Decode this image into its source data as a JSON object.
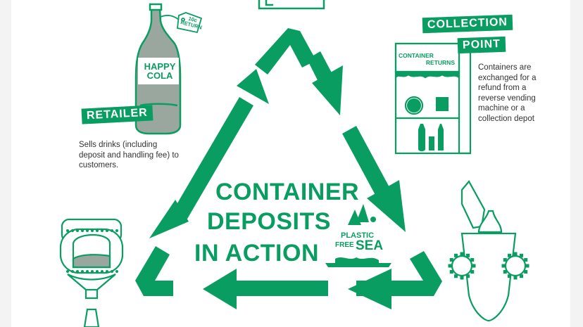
{
  "diagram": {
    "title_lines": [
      "CONTAINER",
      "DEPOSITS",
      "IN ACTION"
    ],
    "retailer": {
      "label": "RETAILER",
      "description": "Sells drinks (including deposit and handling fee) to customers.",
      "bottle_brand_line1": "HAPPY",
      "bottle_brand_line2": "COLA",
      "tag_line1": "10c",
      "tag_line2": "RETURN"
    },
    "collection": {
      "label_line1": "COLLECTION",
      "label_line2": "POINT",
      "description": "Containers are exchanged for a refund from a reverse vending machine or a collection depot",
      "machine_line1": "CONTAINER",
      "machine_line2": "RETURNS"
    },
    "badge": {
      "line1": "PLASTIC",
      "line2": "FREE",
      "line3": "SEA"
    },
    "colors": {
      "brand_green": "#0a9d62",
      "outline": "#0a9d62",
      "bottle_fill": "#9aa79f",
      "white": "#ffffff"
    }
  }
}
